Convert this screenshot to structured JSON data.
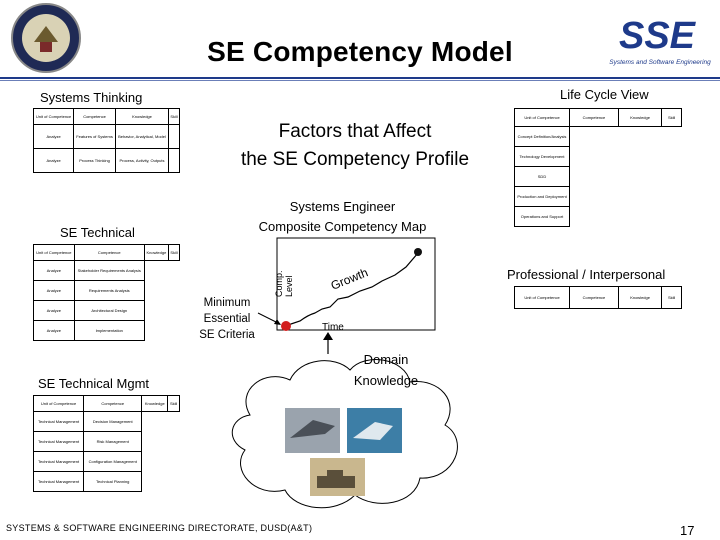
{
  "slide": {
    "title": "SE Competency Model",
    "page_number": "17",
    "footer": "SYSTEMS & SOFTWARE ENGINEERING DIRECTORATE, DUSD(A&T)"
  },
  "logos": {
    "seal_name": "dod-seal",
    "sse_text": "SSE",
    "sse_subtitle": "Systems and Software Engineering"
  },
  "sections": {
    "systems_thinking": "Systems Thinking",
    "life_cycle_view": "Life Cycle View",
    "se_technical": "SE Technical",
    "se_technical_mgmt": "SE Technical Mgmt",
    "professional": "Professional / Interpersonal"
  },
  "center": {
    "factors_line1": "Factors that Affect",
    "factors_line2": "the SE Competency Profile",
    "map_line1": "Systems Engineer",
    "map_line2": "Composite Competency Map",
    "min_line1": "Minimum",
    "min_line2": "Essential",
    "min_line3": "SE Criteria",
    "y_axis": "Comp. Level",
    "x_axis": "Time",
    "growth": "Growth",
    "domain_line1": "Domain",
    "domain_line2": "Knowledge"
  },
  "tables": {
    "systems_thinking": {
      "header": [
        "Unit of Competence",
        "Competence",
        "Knowledge",
        "Skill"
      ],
      "rows": [
        [
          "Analyze",
          "Features of Systems",
          "Behavior, Analytical, Model"
        ],
        [
          "Analyze",
          "Process Thinking",
          "Process, Activity, Outputs"
        ]
      ]
    },
    "se_technical": {
      "header": [
        "Unit of Competence",
        "Competence",
        "Knowledge",
        "Skill"
      ],
      "rows": [
        [
          "Analyze",
          "Stakeholder Requirements Analysis",
          ""
        ],
        [
          "Analyze",
          "Requirements Analysis",
          ""
        ],
        [
          "Analyze",
          "Architectural Design",
          ""
        ],
        [
          "Analyze",
          "Implementation",
          ""
        ]
      ]
    },
    "se_technical_mgmt": {
      "header": [
        "Unit of Competence",
        "Competence",
        "Knowledge",
        "Skill"
      ],
      "rows": [
        [
          "Technical Management",
          "Decision Management",
          ""
        ],
        [
          "Technical Management",
          "Risk Management",
          ""
        ],
        [
          "Technical Management",
          "Configuration Management",
          ""
        ],
        [
          "Technical Management",
          "Technical Planning",
          ""
        ]
      ]
    },
    "life_cycle": {
      "header": [
        "Unit of Competence",
        "Competence",
        "Knowledge",
        "Skill"
      ],
      "rows": [
        "Concept Definition/Analysis",
        "Technology Development",
        "SDD",
        "Production and Deployment",
        "Operations and Support"
      ]
    },
    "professional": {
      "header": [
        "Unit of Competence",
        "Competence",
        "Knowledge",
        "Skill"
      ]
    }
  }
}
